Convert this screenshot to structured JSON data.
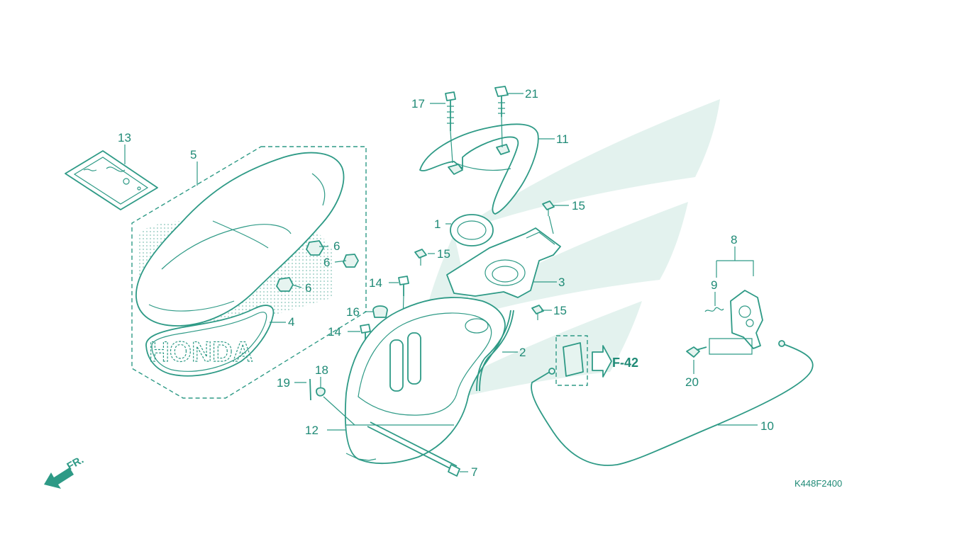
{
  "diagram_code": "K448F2400",
  "reference": {
    "label": "F-42"
  },
  "direction_label": "FR.",
  "seat_watermark": "HONDA",
  "callouts": [
    "1",
    "2",
    "3",
    "4",
    "5",
    "6",
    "6",
    "6",
    "7",
    "8",
    "9",
    "10",
    "11",
    "12",
    "13",
    "14",
    "14",
    "15",
    "15",
    "15",
    "16",
    "17",
    "18",
    "19",
    "20",
    "21"
  ],
  "colors": {
    "line": "#2e9a86",
    "text": "#1f8a76",
    "wing_watermark": "#e3f2ee"
  }
}
